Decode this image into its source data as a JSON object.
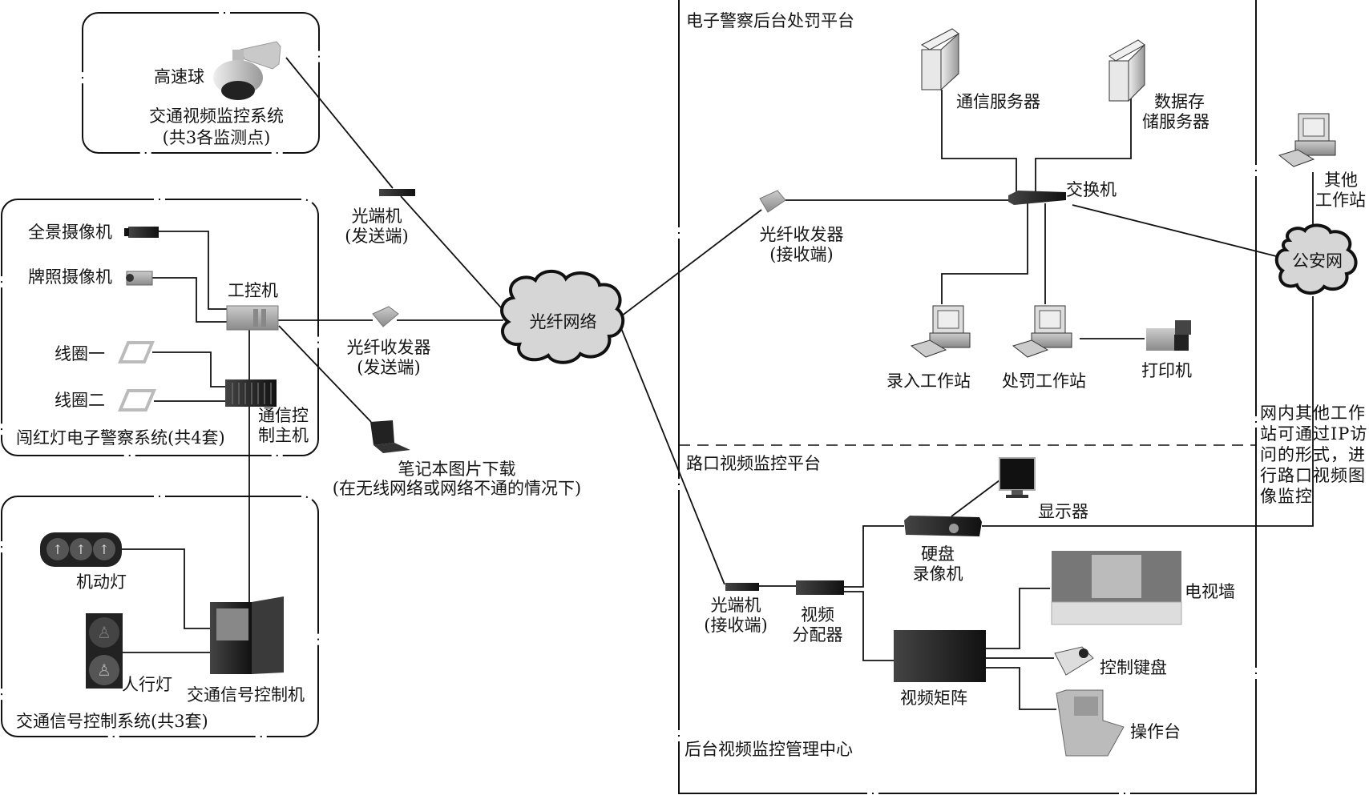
{
  "regions": {
    "video_monitoring": {
      "title": "交通视频监控系统",
      "subtitle": "(共3各监测点)"
    },
    "red_light": {
      "title": "闯红灯电子警察系统(共4套)"
    },
    "signal_control": {
      "title": "交通信号控制系统(共3套)"
    },
    "police_platform": {
      "title": "电子警察后台处罚平台"
    },
    "intersection_platform": {
      "title": "路口视频监控平台"
    },
    "video_center": {
      "title": "后台视频监控管理中心"
    }
  },
  "nodes": {
    "dome_camera": "高速球",
    "panorama_camera": "全景摄像机",
    "plate_camera": "牌照摄像机",
    "ipc": "工控机",
    "loop1": "线圈一",
    "loop2": "线圈二",
    "comm_host": [
      "通信控",
      "制主机"
    ],
    "vehicle_light": "机动灯",
    "ped_light": "人行灯",
    "signal_controller": "交通信号控制机",
    "optical_tx": [
      "光端机",
      "(发送端)"
    ],
    "fiber_tx": [
      "光纤收发器",
      "(发送端)"
    ],
    "laptop": [
      "笔记本图片下载",
      "(在无线网络或网络不通的情况下)"
    ],
    "fiber_network": "光纤网络",
    "fiber_rx": [
      "光纤收发器",
      "(接收端)"
    ],
    "comm_server": "通信服务器",
    "storage_server": [
      "数据存",
      "储服务器"
    ],
    "switch": "交换机",
    "entry_ws": "录入工作站",
    "penalty_ws": "处罚工作站",
    "printer": "打印机",
    "other_ws": [
      "其他",
      "工作站"
    ],
    "police_net": "公安网",
    "optical_rx": [
      "光端机",
      "(接收端)"
    ],
    "video_splitter": [
      "视频",
      "分配器"
    ],
    "dvr": [
      "硬盘",
      "录像机"
    ],
    "monitor": "显示器",
    "video_wall": "电视墙",
    "matrix": "视频矩阵",
    "ptz_keyboard": "控制键盘",
    "console": "操作台"
  },
  "note": "网内其他工作站可通过IP访问的形式，进行路口视频图像监控",
  "colors": {
    "line": "#111111",
    "cloud_fill": "#d6d6d6",
    "device_dark": "#2a2a2a",
    "device_light": "#b8b8b8"
  }
}
